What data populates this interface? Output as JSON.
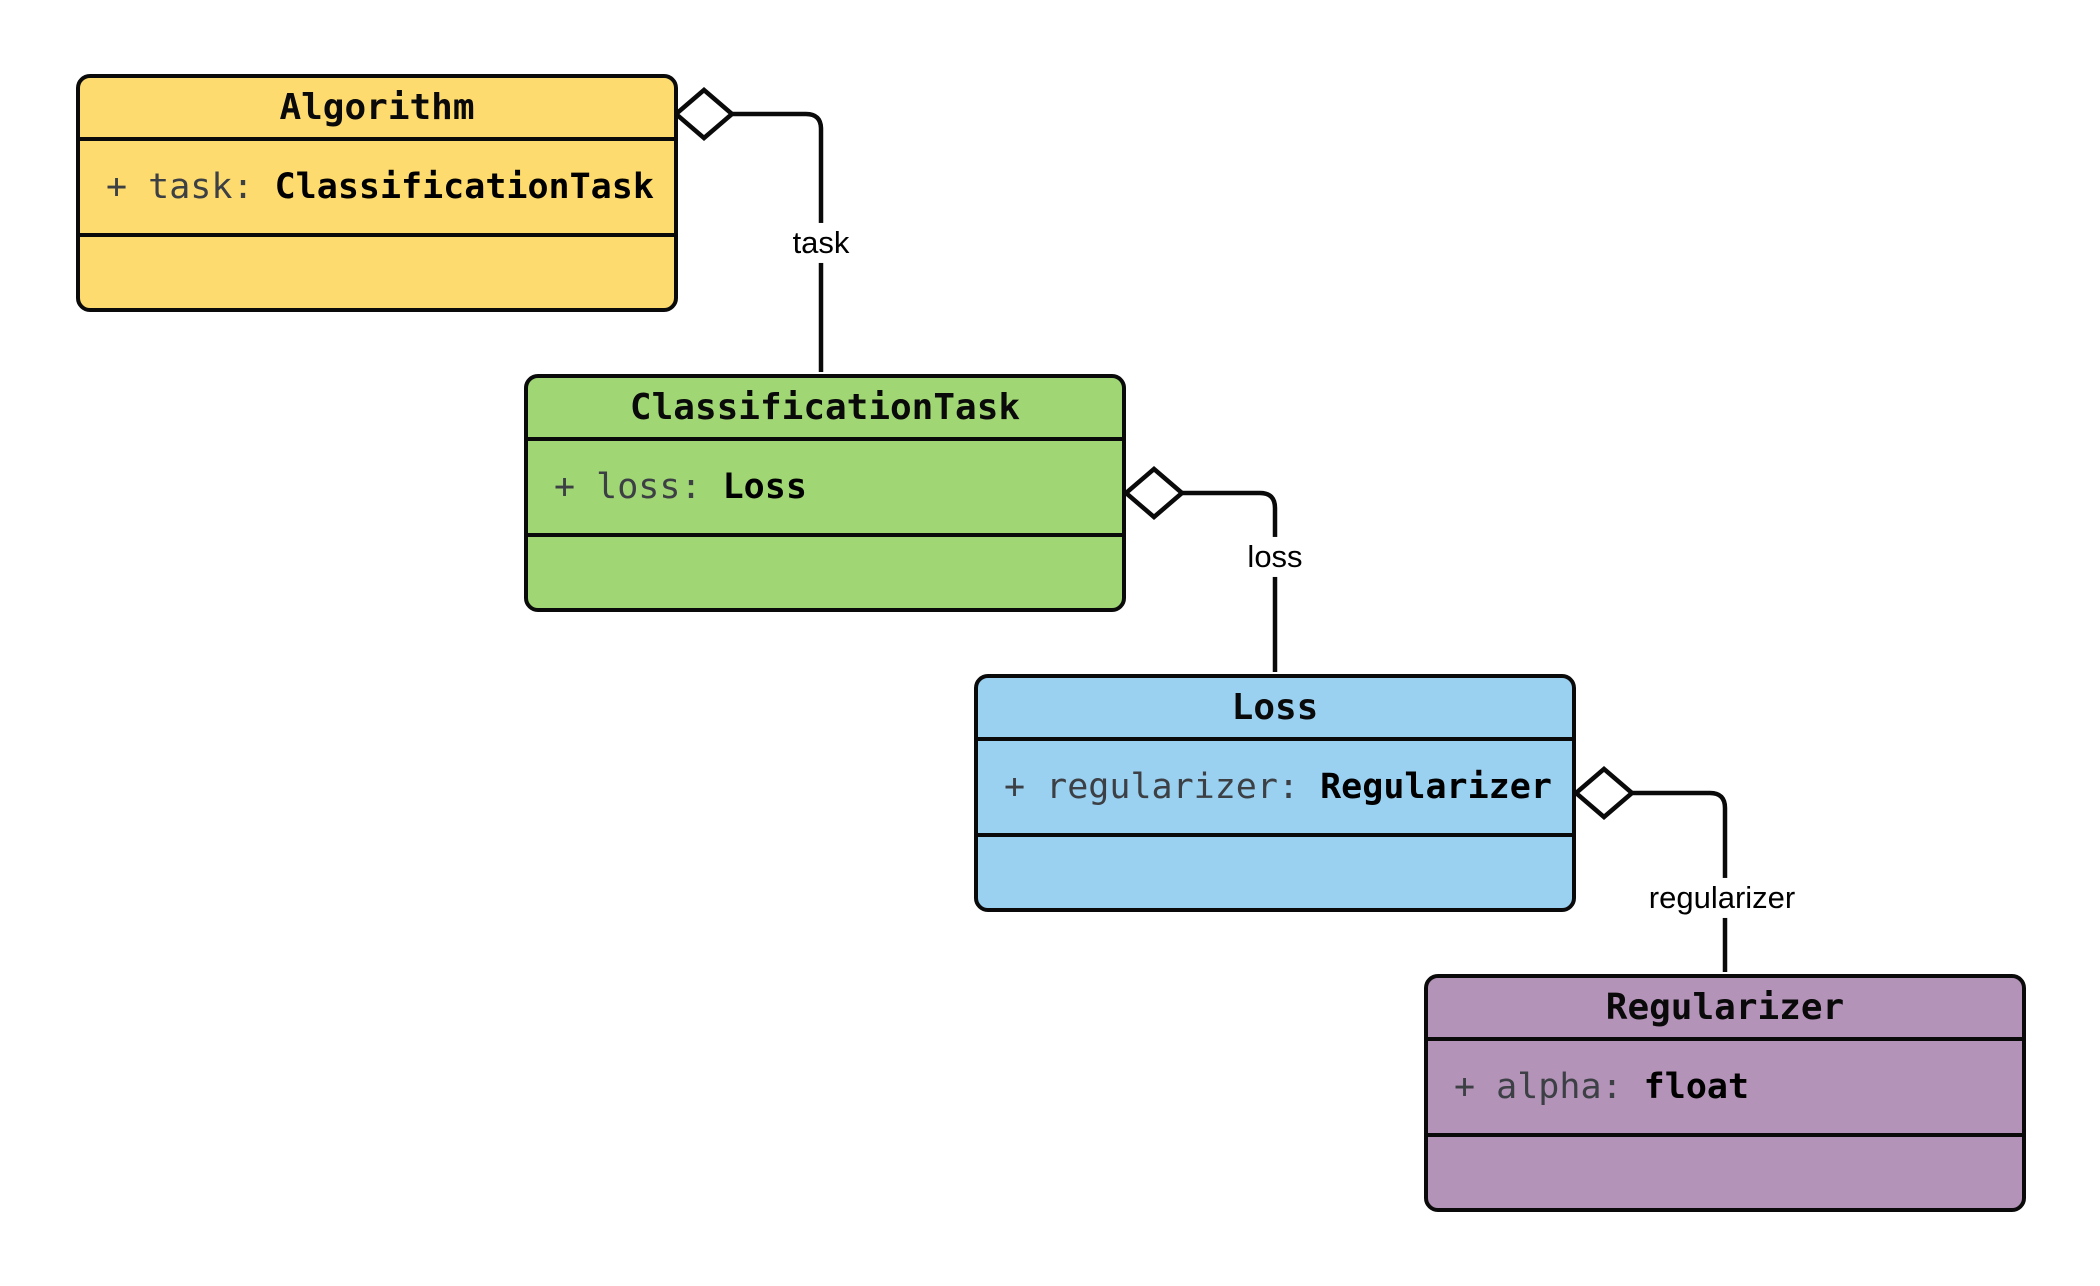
{
  "diagram": {
    "type": "uml-class-diagram",
    "background_color": "#ffffff",
    "line_color": "#0a0a0a",
    "attribute_name_color": "#3c4045",
    "attribute_type_color": "#000000",
    "classes": [
      {
        "name": "Algorithm",
        "fill": "#FDDB6E",
        "attributes": [
          {
            "visibility": "+ ",
            "name": "task",
            "separator": ": ",
            "type": "ClassificationTask"
          }
        ]
      },
      {
        "name": "ClassificationTask",
        "fill": "#A0D674",
        "attributes": [
          {
            "visibility": "+ ",
            "name": "loss",
            "separator": ": ",
            "type": "Loss"
          }
        ]
      },
      {
        "name": "Loss",
        "fill": "#9AD0F0",
        "attributes": [
          {
            "visibility": "+ ",
            "name": "regularizer",
            "separator": ": ",
            "type": "Regularizer"
          }
        ]
      },
      {
        "name": "Regularizer",
        "fill": "#B493B8",
        "attributes": [
          {
            "visibility": "+ ",
            "name": "alpha",
            "separator": ": ",
            "type": "float"
          }
        ]
      }
    ],
    "connections": [
      {
        "from": "Algorithm",
        "to": "ClassificationTask",
        "kind": "aggregation",
        "label": "task"
      },
      {
        "from": "ClassificationTask",
        "to": "Loss",
        "kind": "aggregation",
        "label": "loss"
      },
      {
        "from": "Loss",
        "to": "Regularizer",
        "kind": "aggregation",
        "label": "regularizer"
      }
    ]
  }
}
